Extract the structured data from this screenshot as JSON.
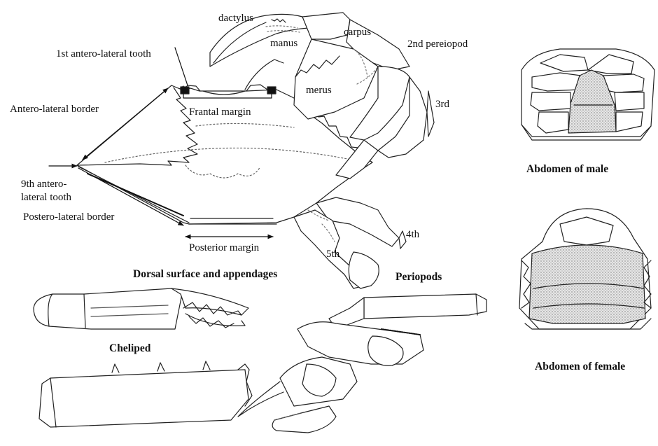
{
  "labels": {
    "dactylus": "dactylus",
    "carpus": "carpus",
    "manus": "manus",
    "second_pereiopod": "2nd pereiopod",
    "first_anterolateral_tooth": "1st antero-lateral tooth",
    "merus": "merus",
    "third": "3rd",
    "anterolateral_border": "Antero-lateral border",
    "frontal_margin": "Frantal margin",
    "ninth_tooth_line1": "9th antero-",
    "ninth_tooth_line2": "lateral tooth",
    "posterolateral_border": "Postero-lateral border",
    "fourth": "4th",
    "posterior_margin": "Posterior margin",
    "fifth": "5th"
  },
  "captions": {
    "dorsal": "Dorsal surface and appendages",
    "periopods": "Periopods",
    "cheliped": "Cheliped",
    "abdomen_male": "Abdomen of male",
    "abdomen_female": "Abdomen of female"
  }
}
